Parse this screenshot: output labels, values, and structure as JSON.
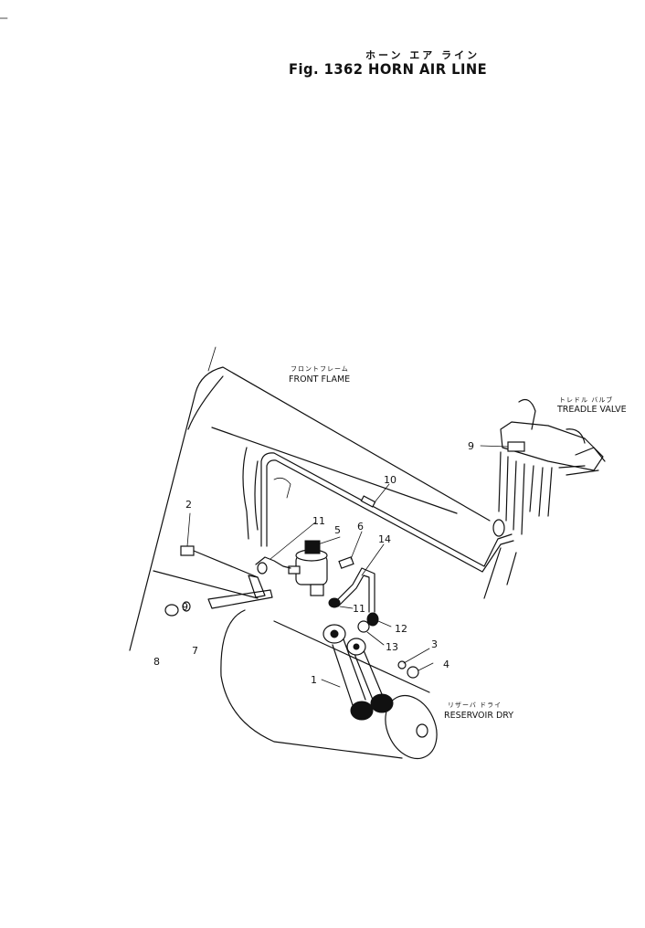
{
  "header": {
    "title_jp": "ホーン エア ライン",
    "title_en": "Fig. 1362 HORN AIR LINE"
  },
  "labels": {
    "front_frame_jp": "フロントフレーム",
    "front_frame": "FRONT FLAME",
    "treadle_valve_jp": "トレドル バルブ",
    "treadle_valve": "TREADLE VALVE",
    "reservoir_jp": "リザーバ ドライ",
    "reservoir": "RESERVOIR DRY"
  },
  "callouts": {
    "c1": "1",
    "c2": "2",
    "c3": "3",
    "c4": "4",
    "c5": "5",
    "c6": "6",
    "c7": "7",
    "c8": "8",
    "c9": "9",
    "c10": "10",
    "c11a": "11",
    "c11b": "11",
    "c12": "12",
    "c13": "13",
    "c14": "14"
  }
}
